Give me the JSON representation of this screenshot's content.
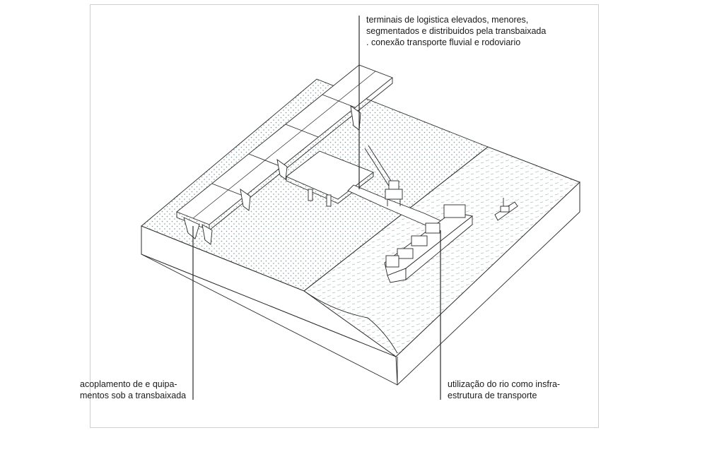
{
  "annotations": {
    "top": {
      "lines": [
        "terminais de logistica elevados, menores,",
        "segmentados e distribuidos pela transbaixada",
        ".  conexão transporte fluvial e rodoviario"
      ]
    },
    "left": {
      "lines": [
        "acoplamento de e quipa-",
        "mentos sob a transbaixada"
      ]
    },
    "right": {
      "lines": [
        "utilização do rio como insfra-",
        "estrutura de transporte"
      ]
    }
  },
  "colors": {
    "line": "#2a2a2a",
    "dots": "#7f9a98",
    "water": "#ffffff",
    "frame": "#cfcfcf"
  }
}
